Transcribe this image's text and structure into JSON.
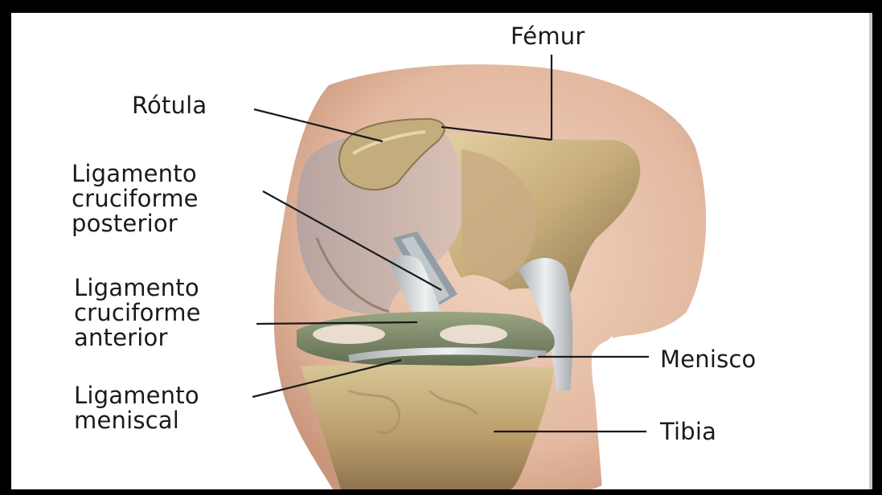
{
  "labels": {
    "femur": "Fémur",
    "rotula": "Rótula",
    "posterior_1": "Ligamento",
    "posterior_2": "cruciforme",
    "posterior_3": "posterior",
    "anterior_1": "Ligamento",
    "anterior_2": "cruciforme",
    "anterior_3": "anterior",
    "menisco": "Menisco",
    "meniscal_1": "Ligamento",
    "meniscal_2": "meniscal",
    "tibia": "Tibia"
  },
  "colors": {
    "frame": "#000000",
    "background": "#ffffff",
    "skin": "#e8c4ae",
    "bone": "#c9b281",
    "bone_shadow": "#8f7a52",
    "ligament": "#cdd0d2",
    "meniscus": "#7c8c6a",
    "leader_line": "#1a1a1a"
  }
}
